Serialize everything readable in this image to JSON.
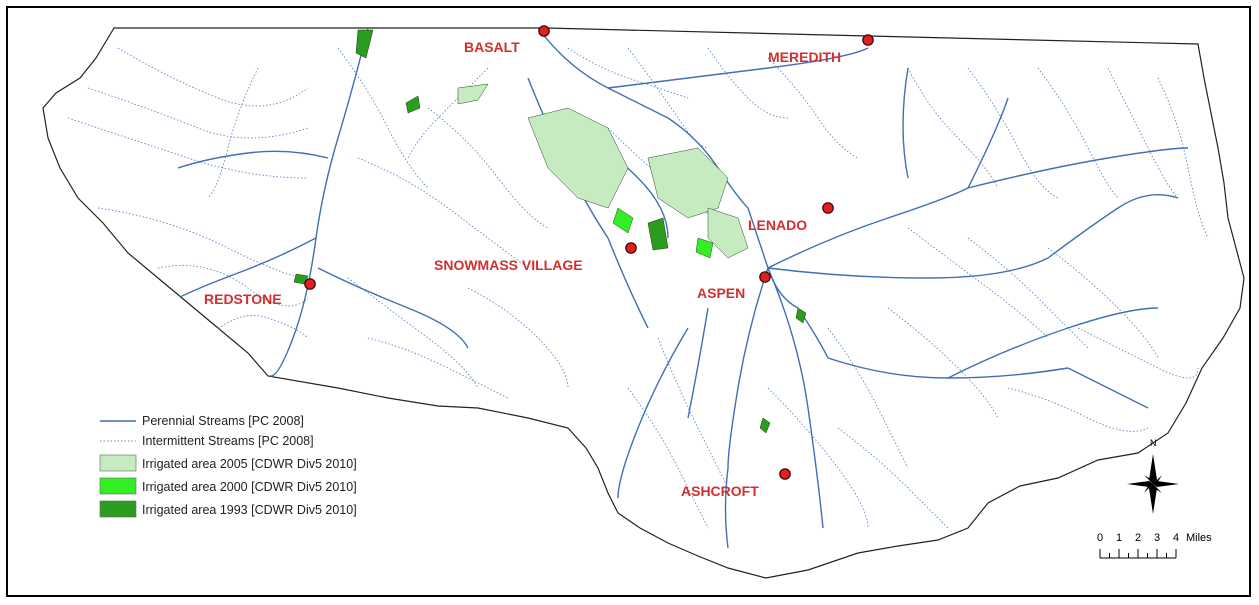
{
  "map": {
    "towns": [
      {
        "id": "basalt",
        "label": "BASALT"
      },
      {
        "id": "meredith",
        "label": "MEREDITH"
      },
      {
        "id": "lenado",
        "label": "LENADO"
      },
      {
        "id": "snowmass",
        "label": "SNOWMASS VILLAGE"
      },
      {
        "id": "redstone",
        "label": "REDSTONE"
      },
      {
        "id": "aspen",
        "label": "ASPEN"
      },
      {
        "id": "ashcroft",
        "label": "ASHCROFT"
      }
    ],
    "colors": {
      "town_marker": "#e02020",
      "town_label": "#d32f2f",
      "perennial": "#3f6fb5",
      "intermittent": "#5b86c8",
      "irrigated_2005": "#c6ebc0",
      "irrigated_2000": "#33ee22",
      "irrigated_1993": "#2a9d1e"
    }
  },
  "legend": {
    "items": [
      {
        "label": "Perennial Streams [PC 2008]",
        "kind": "solid-line"
      },
      {
        "label": "Intermittent Streams [PC 2008]",
        "kind": "dotted-line"
      },
      {
        "label": "Irrigated area 2005 [CDWR Div5 2010]",
        "kind": "swatch-2005"
      },
      {
        "label": "Irrigated area 2000 [CDWR Div5 2010]",
        "kind": "swatch-2000"
      },
      {
        "label": "Irrigated area 1993 [CDWR Div5 2010]",
        "kind": "swatch-1993"
      }
    ]
  },
  "north_arrow": {
    "label": "N"
  },
  "scale_bar": {
    "ticks": [
      "0",
      "1",
      "2",
      "3",
      "4"
    ],
    "unit": "Miles"
  }
}
